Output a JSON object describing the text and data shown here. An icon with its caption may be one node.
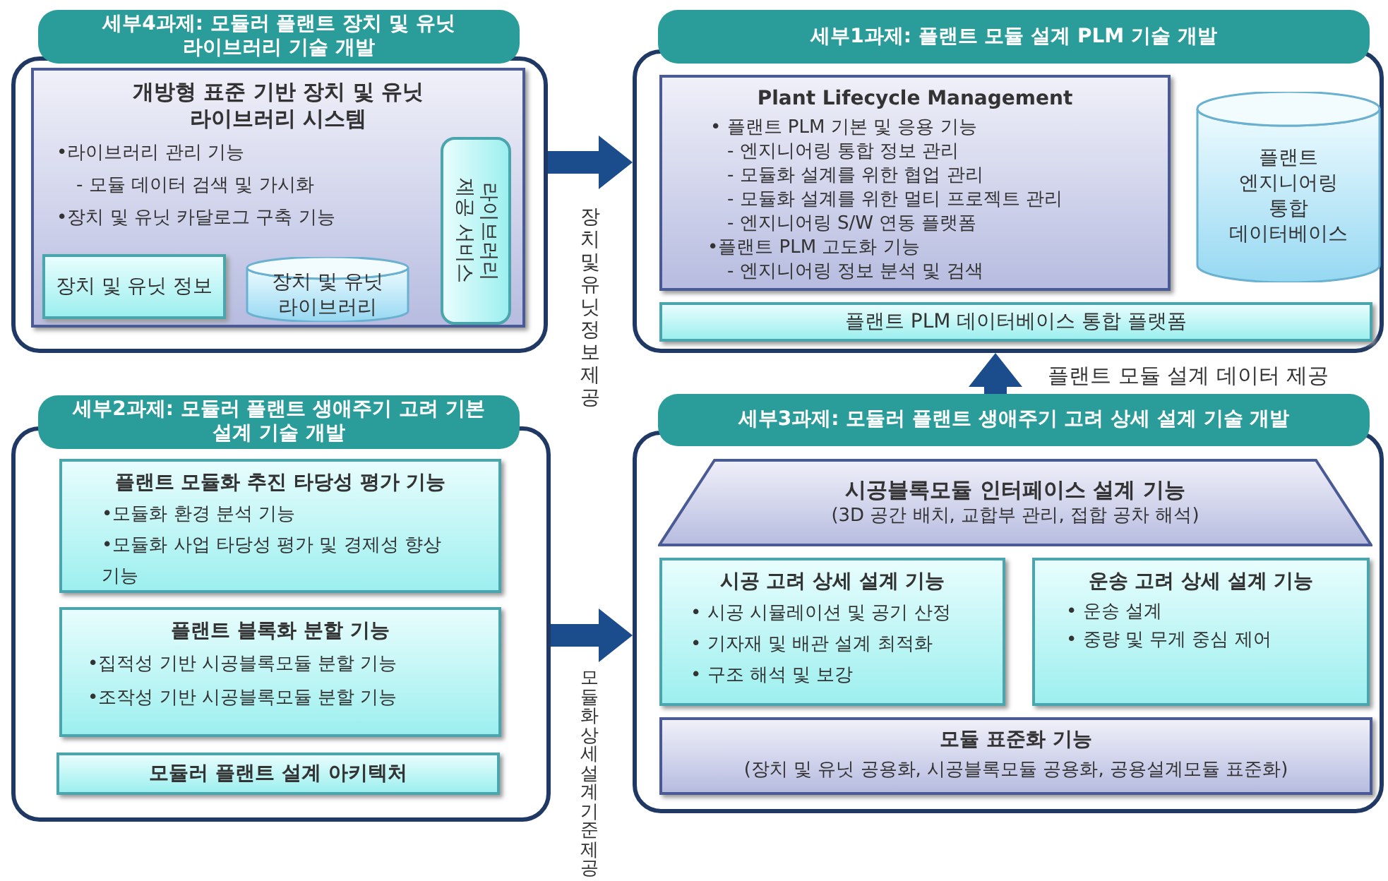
{
  "diagram": {
    "nodes": [
      {
        "text": [
          "세부4과제: 모듈러 플랜트 장치 및 유닛 라이브러리 기술 개발"
        ]
      },
      {
        "text": [
          "개방형 표준 기반 장치 및 유닛 라이브러리 시스템",
          "•라이브러리 관리 기능",
          "- 모듈 데이터 검색 및 가시화",
          "•장치 및 유닛 카달로그 구축 기능"
        ],
        "in": 0
      },
      {
        "text": [
          "장치 및 유닛 정보"
        ],
        "in": 1
      },
      {
        "text": [
          "장치 및 유닛 라이브러리"
        ],
        "in": 1
      },
      {
        "text": [
          "라이브러리 제공 서비스"
        ],
        "in": 1
      },
      {
        "text": [
          "세부1과제: 플랜트 모듈 설계 PLM 기술 개발"
        ]
      },
      {
        "text": [
          "Plant Lifecycle Management",
          "• 플랜트 PLM 기본 및 응용 기능",
          "- 엔지니어링 통합 정보 관리",
          "- 모듈화 설계를 위한 협업 관리",
          "- 모듈화 설계를 위한 멀티 프로젝트 관리",
          "- 엔지니어링 S/W 연동 플랫폼",
          "•플랜트 PLM 고도화 기능",
          "- 엔지니어링 정보 분석 및 검색"
        ],
        "in": 5
      },
      {
        "text": [
          "플랜트 엔지니어링 통합 데이터베이스"
        ],
        "in": 5
      },
      {
        "text": [
          "플랜트 PLM 데이터베이스 통합 플랫폼"
        ],
        "in": 5
      },
      {
        "text": [
          "세부2과제: 모듈러 플랜트 생애주기 고려 기본 설계 기술 개발"
        ]
      },
      {
        "text": [
          "플랜트 모듈화 추진 타당성 평가 기능",
          "•모듈화 환경 분석 기능",
          "•모듈화 사업 타당성 평가 및 경제성 향상 기능"
        ],
        "in": 9
      },
      {
        "text": [
          "플랜트 블록화 분할 기능",
          "•집적성 기반 시공블록모듈 분할 기능",
          "•조작성 기반 시공블록모듈 분할 기능"
        ],
        "in": 9
      },
      {
        "text": [
          "모듈러 플랜트 설계 아키텍처"
        ],
        "in": 9
      },
      {
        "text": [
          "세부3과제: 모듈러 플랜트 생애주기 고려 상세 설계 기술 개발"
        ]
      },
      {
        "text": [
          "시공블록모듈 인터페이스 설계 기능",
          "(3D 공간 배치, 교합부 관리, 접합 공차 해석)"
        ],
        "in": 13
      },
      {
        "text": [
          "시공 고려 상세 설계 기능",
          "• 시공 시뮬레이션 및 공기 산정",
          "• 기자재 및 배관 설계 최적화",
          "• 구조 해석 및 보강"
        ],
        "in": 13
      },
      {
        "text": [
          "운송 고려 상세 설계 기능",
          "• 운송 설계",
          "• 중량 및 무게 중심 제어"
        ],
        "in": 13
      },
      {
        "text": [
          "모듈 표준화 기능",
          "(장치 및 유닛 공용화, 시공블록모듈 공용화, 공용설계모듈 표준화)"
        ],
        "in": 13
      }
    ],
    "edges": [
      {
        "from": 0,
        "to": 5,
        "arrow": "to",
        "label": "장치 및 유닛 정보 제공"
      },
      {
        "from": 9,
        "to": 13,
        "arrow": "to",
        "label": "모듈화 상세 설계 기준 제공"
      },
      {
        "from": 13,
        "to": 5,
        "arrow": "to",
        "label": "플랜트 모듈 설계 데이터 제공"
      }
    ]
  }
}
